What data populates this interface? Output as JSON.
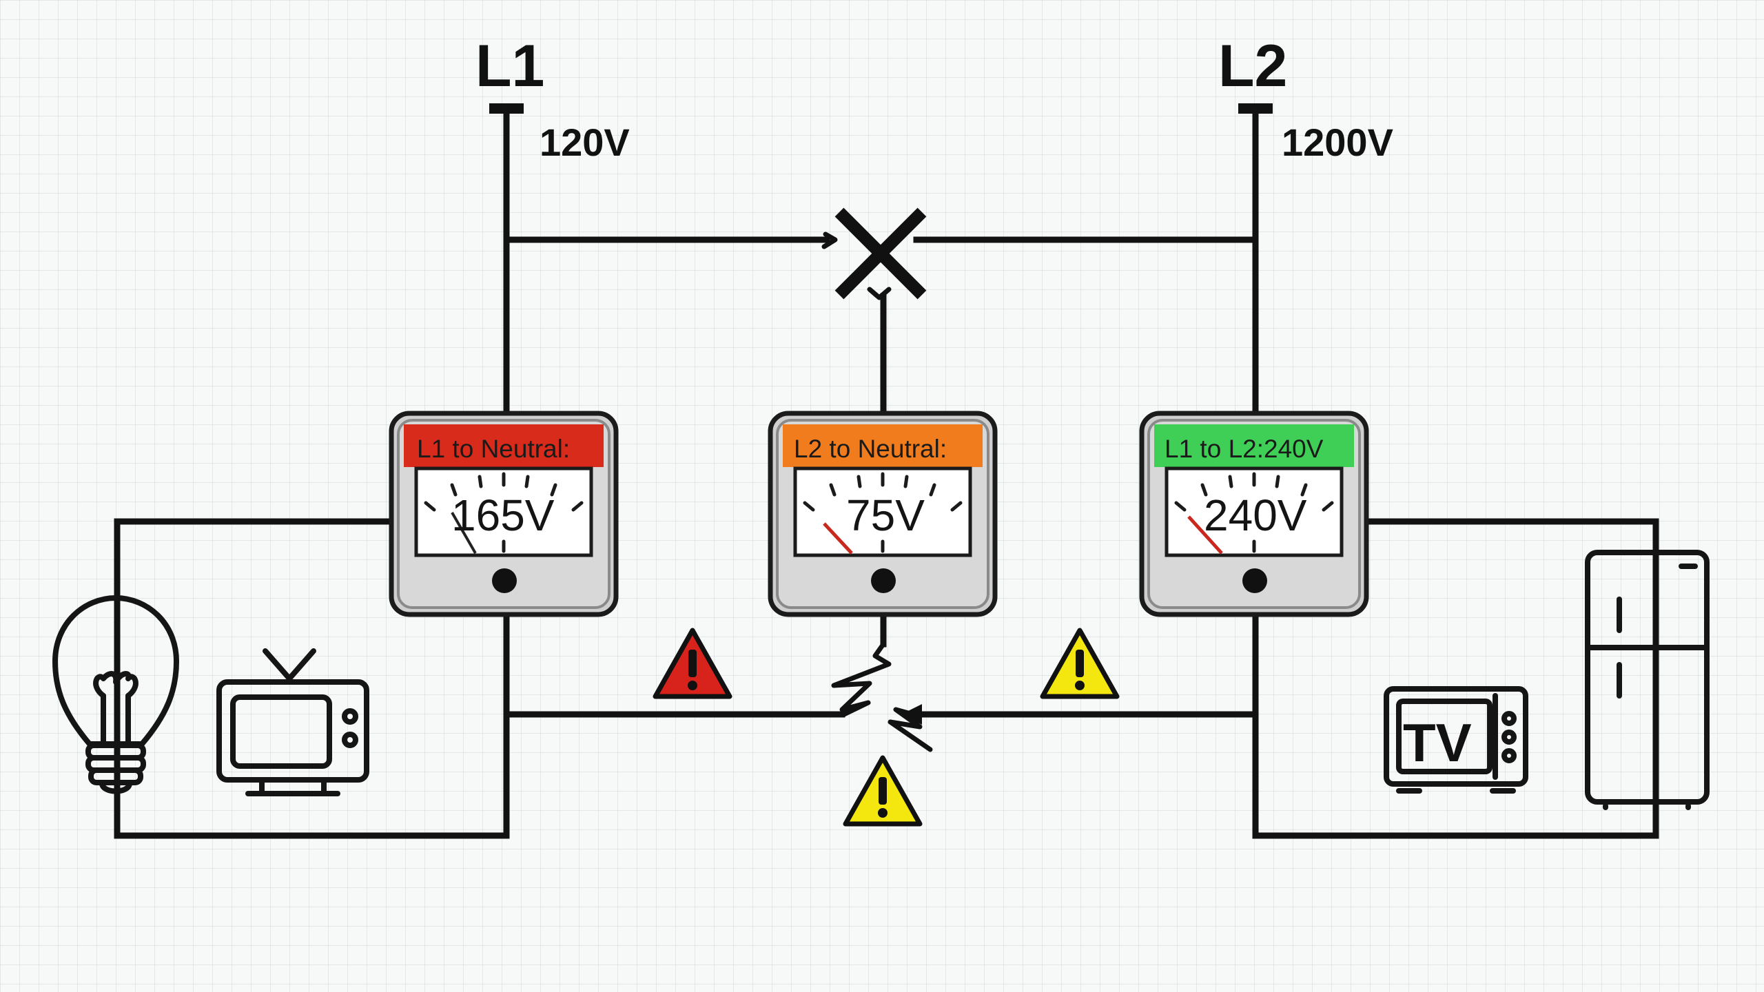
{
  "lines": {
    "l1": {
      "name": "L1",
      "voltage": "120V"
    },
    "l2": {
      "name": "L2",
      "voltage": "1200V"
    }
  },
  "meters": [
    {
      "title": "L1 to Neutral:",
      "reading": "165V",
      "color": "#d92b1c"
    },
    {
      "title": "L2 to Neutral:",
      "reading": "75V",
      "color": "#f07c1e"
    },
    {
      "title": "L1 to L2:240V",
      "reading": "240V",
      "color": "#3fcf56"
    }
  ],
  "appliances": {
    "microwave_label": "TV"
  },
  "colors": {
    "warning_red": "#d8231c",
    "warning_yellow": "#f3e70f",
    "needle": "#c8281e"
  },
  "icons": [
    "light-bulb-icon",
    "television-icon",
    "microwave-icon",
    "refrigerator-icon",
    "warning-icon",
    "broken-connection-icon"
  ]
}
